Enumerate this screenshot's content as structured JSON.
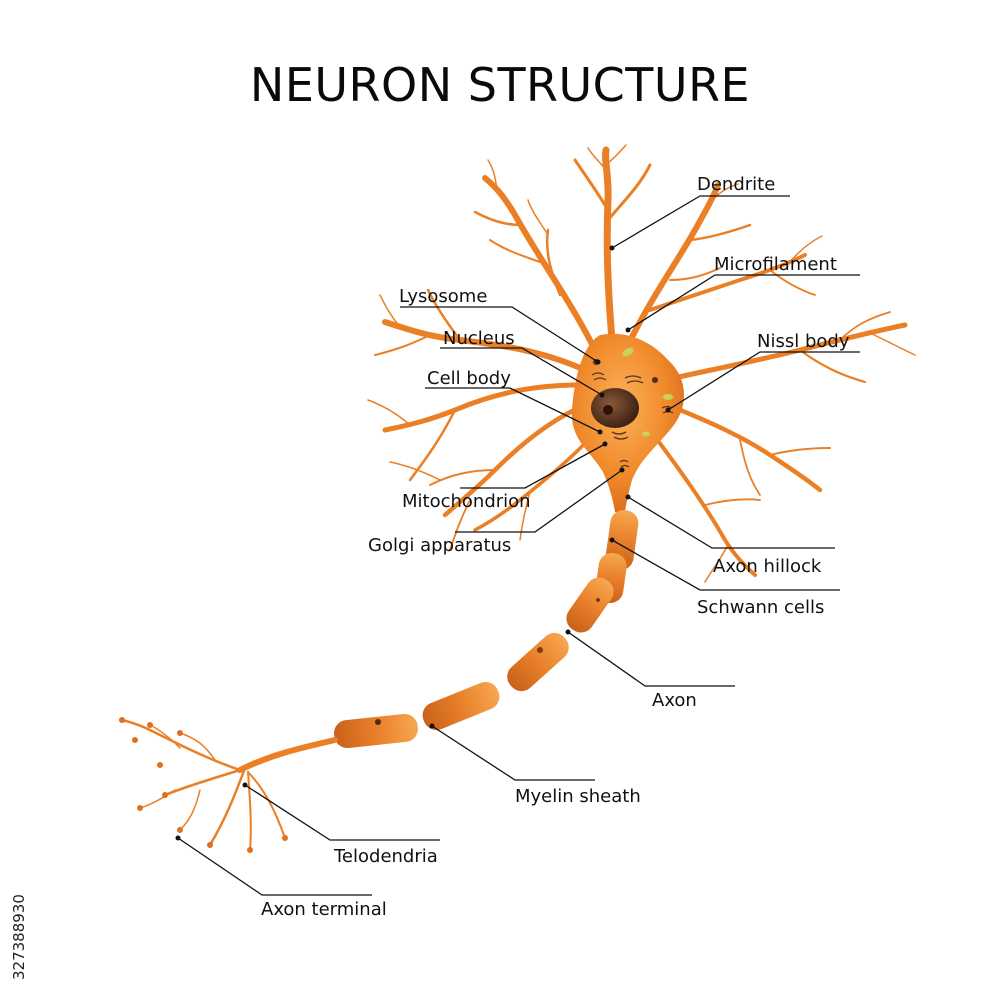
{
  "title": "NEURON STRUCTURE",
  "stock_id": "327388930",
  "colors": {
    "neuron": "#f08a2b",
    "neuron_dark": "#d8691a",
    "myelin": "#e88a30",
    "nucleus": "#5a3320",
    "leader": "#111111"
  },
  "labels": {
    "dendrite": "Dendrite",
    "microfilament": "Microfilament",
    "lysosome": "Lysosome",
    "nucleus": "Nucleus",
    "nissl_body": "Nissl body",
    "cell_body": "Cell body",
    "mitochondrion": "Mitochondrion",
    "golgi_apparatus": "Golgi apparatus",
    "axon_hillock": "Axon hillock",
    "schwann_cells": "Schwann cells",
    "axon": "Axon",
    "myelin_sheath": "Myelin sheath",
    "telodendria": "Telodendria",
    "axon_terminal": "Axon terminal"
  }
}
